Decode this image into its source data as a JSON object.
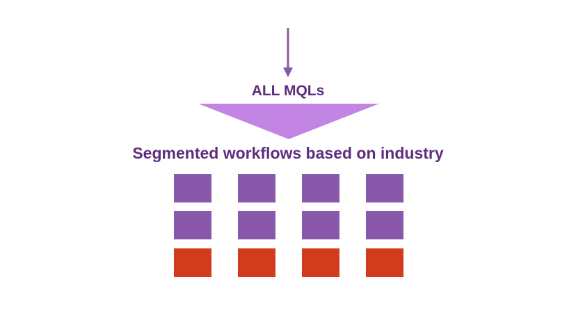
{
  "diagram": {
    "top_label": "ALL MQLs",
    "segment_label": "Segmented workflows based on industry",
    "columns": 4,
    "rows": [
      {
        "type": "segment",
        "color": "#8a58ab"
      },
      {
        "type": "segment",
        "color": "#8a58ab"
      },
      {
        "type": "segment",
        "color": "#d23b1c"
      }
    ]
  },
  "colors": {
    "text": "#5d2d7d",
    "arrow": "#8a58ab",
    "funnel": "#c285e3",
    "block_primary": "#8a58ab",
    "block_accent": "#d23b1c"
  }
}
